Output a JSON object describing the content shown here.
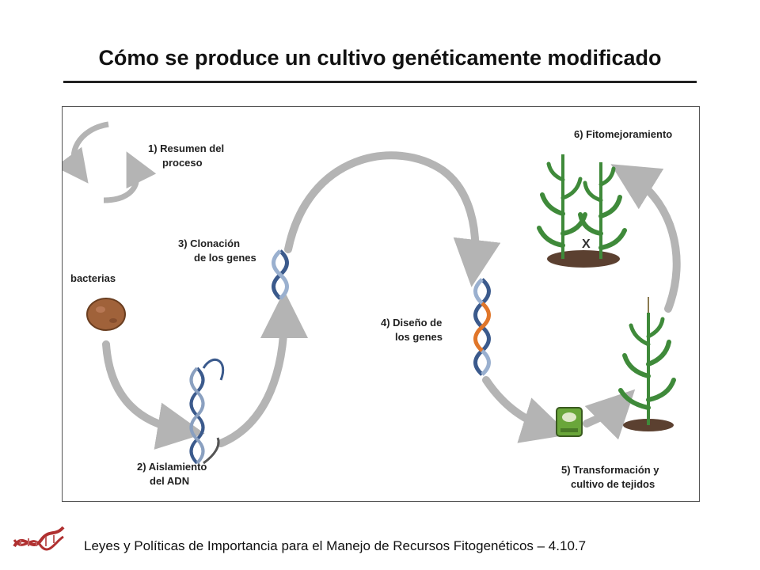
{
  "title": "Cómo se produce un cultivo genéticamente modificado",
  "diagram": {
    "steps": [
      {
        "id": "resumen",
        "line1": "1) Resumen del",
        "line2": "proceso"
      },
      {
        "id": "aislamiento",
        "line1": "2) Aislamiento",
        "line2": "del ADN"
      },
      {
        "id": "clonacion",
        "line1": "3) Clonación",
        "line2": "de los genes"
      },
      {
        "id": "diseno",
        "line1": "4) Diseño de",
        "line2": "los genes"
      },
      {
        "id": "transformacion",
        "line1": "5) Transformación y",
        "line2": "cultivo de tejidos"
      },
      {
        "id": "fitomejoramiento",
        "line1": "6) Fitomejoramiento",
        "line2": ""
      }
    ],
    "bacteria_label": "bacterias",
    "cross_mark": "X"
  },
  "footer": {
    "text": "Leyes y Políticas de Importancia para el Manejo de Recursos Fitogenéticos – 4.10.7"
  },
  "colors": {
    "arrow": "#b4b4b4",
    "dna_blue": "#3b5a8c",
    "dna_orange": "#e0762a",
    "plant_green": "#3f8a3a",
    "soil": "#5b4030",
    "bacteria": "#a0623a",
    "culture_green": "#6aa63a"
  }
}
